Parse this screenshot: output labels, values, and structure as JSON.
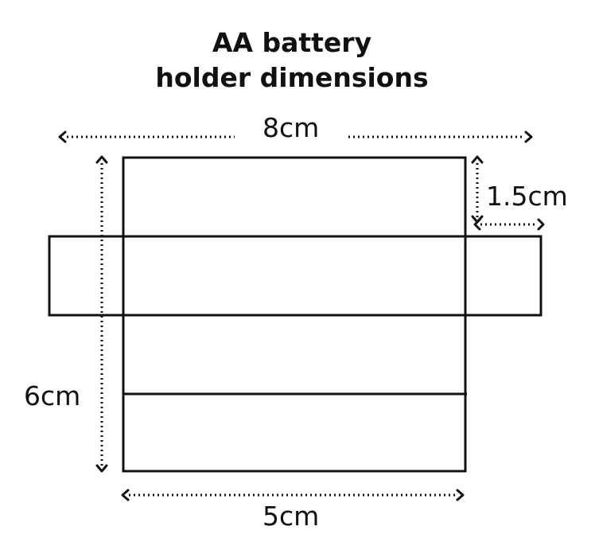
{
  "title": {
    "line1": "AA battery",
    "line2": "holder dimensions"
  },
  "dimensions": {
    "overall_width": "8cm",
    "tab_width": "1.5cm",
    "height": "6cm",
    "body_width": "5cm"
  }
}
